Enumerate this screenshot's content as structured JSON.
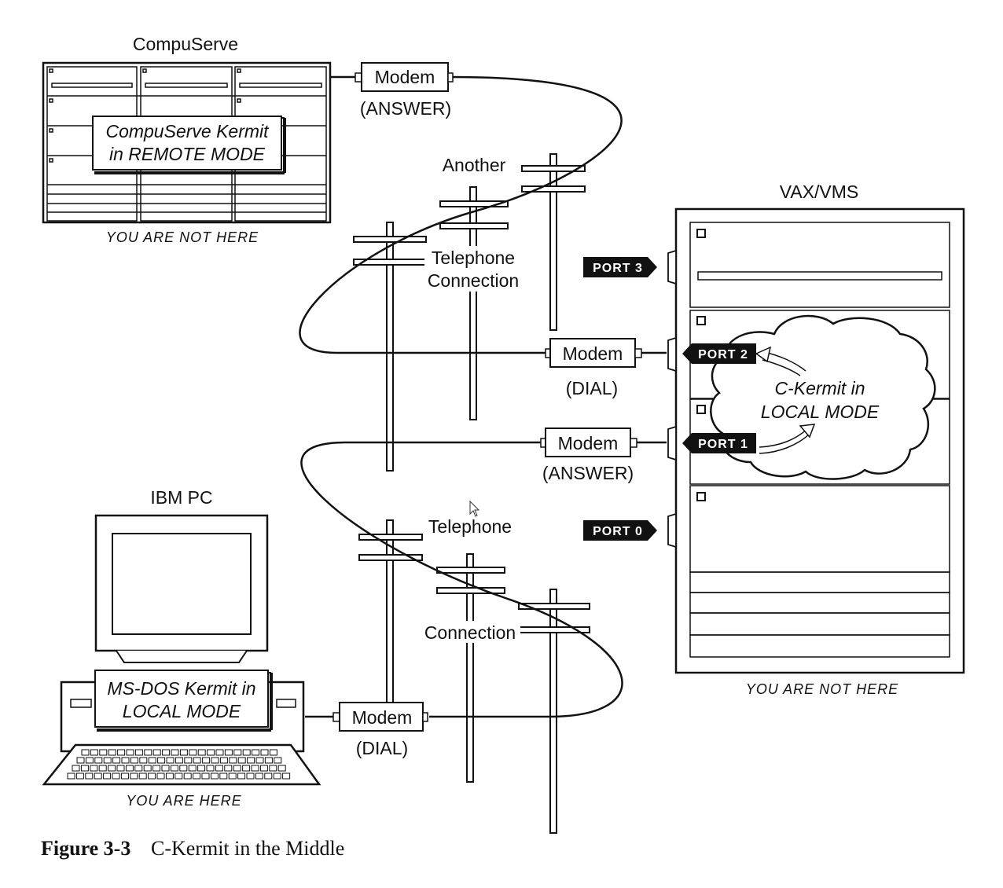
{
  "nodes": {
    "compuserve": {
      "title": "CompuServe",
      "kermit_line1": "CompuServe Kermit",
      "kermit_line2": "in REMOTE MODE",
      "location": "YOU ARE NOT HERE"
    },
    "vax": {
      "title": "VAX/VMS",
      "kermit_line1": "C-Kermit in",
      "kermit_line2": "LOCAL MODE",
      "location": "YOU ARE NOT HERE",
      "ports": [
        "PORT 3",
        "PORT 2",
        "PORT 1",
        "PORT 0"
      ]
    },
    "ibm_pc": {
      "title": "IBM PC",
      "kermit_line1": "MS-DOS Kermit in",
      "kermit_line2": "LOCAL MODE",
      "location": "YOU ARE HERE"
    }
  },
  "modems": [
    {
      "label": "Modem",
      "mode": "(ANSWER)"
    },
    {
      "label": "Modem",
      "mode": "(DIAL)"
    },
    {
      "label": "Modem",
      "mode": "(ANSWER)"
    },
    {
      "label": "Modem",
      "mode": "(DIAL)"
    }
  ],
  "connections": {
    "upper_line1": "Another",
    "upper_line2": "Telephone",
    "upper_line3": "Connection",
    "lower_line1": "Telephone",
    "lower_line2": "Connection"
  },
  "caption": {
    "number": "Figure 3-3",
    "text": "C-Kermit in the Middle"
  }
}
